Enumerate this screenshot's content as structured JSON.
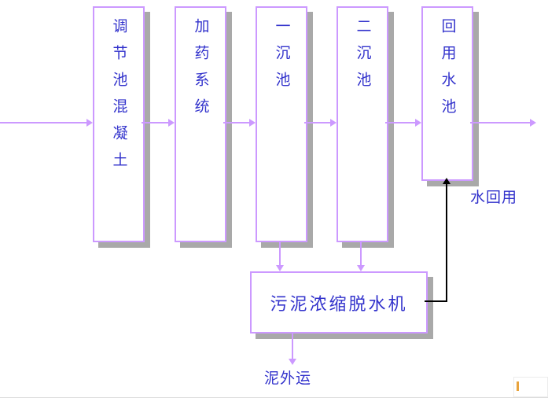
{
  "colors": {
    "box_border": "#cc99ff",
    "arrow": "#cc99ff",
    "black_arrow": "#000000",
    "text_blue": "#3333cc",
    "shadow": "#a9a9a9"
  },
  "diagram": {
    "process_boxes": [
      {
        "label": "调节池混凝土"
      },
      {
        "label": "加药系统"
      },
      {
        "label": "一沉池"
      },
      {
        "label": "二沉池"
      },
      {
        "label": "回用水池"
      }
    ],
    "sludge_box_label": "污泥浓缩脱水机",
    "water_reuse_label": "水回用",
    "sludge_out_label": "泥外运"
  }
}
